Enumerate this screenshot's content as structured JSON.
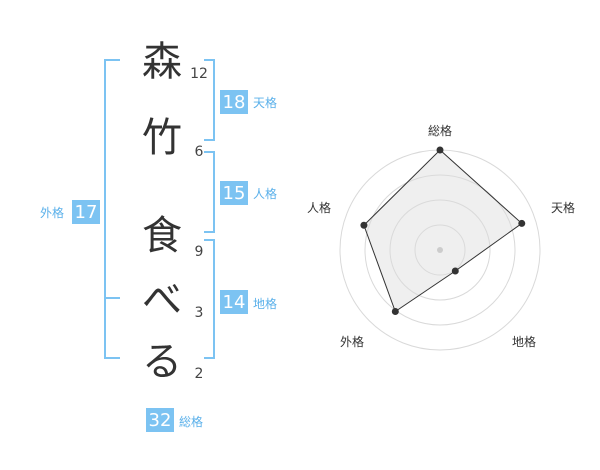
{
  "name": {
    "chars": [
      "森",
      "竹",
      "食",
      "べ",
      "る"
    ],
    "strokes": [
      "12",
      "6",
      "9",
      "3",
      "2"
    ]
  },
  "kaku": {
    "tenkaku": {
      "value": "18",
      "label": "天格"
    },
    "jinkaku": {
      "value": "15",
      "label": "人格"
    },
    "chikaku": {
      "value": "14",
      "label": "地格"
    },
    "gaikaku": {
      "value": "17",
      "label": "外格"
    },
    "soukaku": {
      "value": "32",
      "label": "総格"
    }
  },
  "colors": {
    "accent": "#7cc3f2",
    "label": "#5ab0ea",
    "bracket": "#7cc3f2"
  },
  "chart_data": {
    "type": "radar",
    "axes": [
      "総格",
      "天格",
      "地格",
      "外格",
      "人格"
    ],
    "values": [
      1.0,
      0.86,
      0.26,
      0.76,
      0.8
    ],
    "rings": 4,
    "max": 1.0
  }
}
